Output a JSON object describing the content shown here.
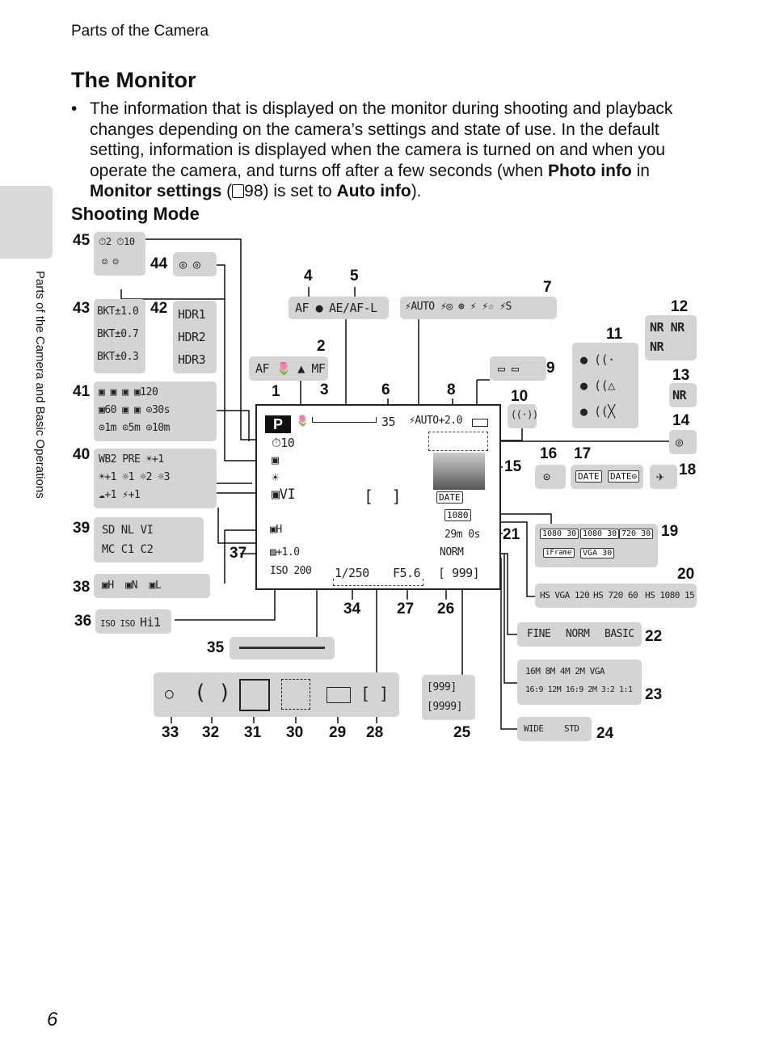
{
  "header": {
    "running_title": "Parts of the Camera"
  },
  "sidebar": {
    "tab_text": "Parts of the Camera and Basic Operations"
  },
  "section": {
    "title": "The Monitor",
    "bullet_part1": "The information that is displayed on the monitor during shooting and playback changes depending on the camera’s settings and state of use. In the default setting, information is displayed when the camera is turned on and when you operate the camera, and turns off after a few seconds (when ",
    "bold1": "Photo info",
    "bullet_part2": " in ",
    "bold2": "Monitor settings",
    "bullet_part3": " (",
    "ref_icon": "book-icon",
    "bullet_part4": "98) is set to ",
    "bold3": "Auto info",
    "bullet_part5": ").",
    "subheading": "Shooting Mode"
  },
  "diagram": {
    "screen": {
      "mode": "P",
      "self_timer": "⏱10",
      "zoom_icon": "🌷",
      "remaining_count": "35",
      "flash_comp": "⚡AUTO+2.0",
      "exposure_comp": "+1.0",
      "iso": "200",
      "shutter": "1/250",
      "aperture": "F5.6",
      "exposures_left": "999",
      "movie_time": "29m 0s",
      "image_quality": "NORM",
      "vivid": "VI"
    },
    "icon_groups": {
      "g4": "AF ●",
      "g5": "AE/AF-L",
      "g7": "⚡AUTO ⚡◎ ⊛ ⚡ ⚡☆ ⚡S",
      "g2": "AF 🌷 ▲ MF",
      "g9": "▭ ▭",
      "g10": "((·))",
      "g12": "NR NR NR",
      "g13": "NR",
      "g14": "◎",
      "g16": "⊙",
      "g17a": "DATE",
      "g17b": "DATE⊙",
      "g18": "✈",
      "g19": [
        "1080 30",
        "1080 30",
        "720 30",
        "iFrame",
        "VGA 30"
      ],
      "g20": [
        "HS VGA 120",
        "HS 720 60",
        "HS 1080 15"
      ],
      "g22": [
        "FINE",
        "NORM",
        "BASIC"
      ],
      "g23": [
        "16M",
        "8M",
        "4M",
        "2M",
        "VGA",
        "16:9 12M",
        "16:9 2M",
        "3:2",
        "1:1"
      ],
      "g24": [
        "WIDE",
        "STD"
      ],
      "g25": [
        "999",
        "9999"
      ],
      "g28_33": [
        "○",
        "( )",
        "[ ]",
        "[ ]",
        "▭",
        "[ ]"
      ],
      "g35": "exposure-bar",
      "g36": [
        "ISO",
        "ISO",
        "Hi1"
      ],
      "g38": [
        "H",
        "N",
        "L"
      ],
      "g39": [
        "SD",
        "NL",
        "VI",
        "MC",
        "C1",
        "C2"
      ],
      "g40": [
        "WB2 PRE ☀+1",
        "☀+1 ☼1 ☼2 ☼3",
        "☁+1 ⚡+1"
      ],
      "g41": [
        "▣ ▣ ▣ ▣120",
        "▣60 ▣ ▣ ⊙30s",
        "⊙1m ⊙5m ⊙10m"
      ],
      "g42": [
        "HDR1",
        "HDR2",
        "HDR3"
      ],
      "g43": [
        "BKT±1.0",
        "BKT±0.7",
        "BKT±0.3"
      ],
      "g44": "◎ ◎",
      "g45": [
        "⏱2 ⏱10",
        "☺ ☺"
      ]
    },
    "numbers": [
      "1",
      "2",
      "3",
      "4",
      "5",
      "6",
      "7",
      "8",
      "9",
      "10",
      "11",
      "12",
      "13",
      "14",
      "15",
      "16",
      "17",
      "18",
      "19",
      "20",
      "21",
      "22",
      "23",
      "24",
      "25",
      "26",
      "27",
      "28",
      "29",
      "30",
      "31",
      "32",
      "33",
      "34",
      "35",
      "36",
      "37",
      "38",
      "39",
      "40",
      "41",
      "42",
      "43",
      "44",
      "45"
    ]
  },
  "footer": {
    "page_number": "6"
  }
}
